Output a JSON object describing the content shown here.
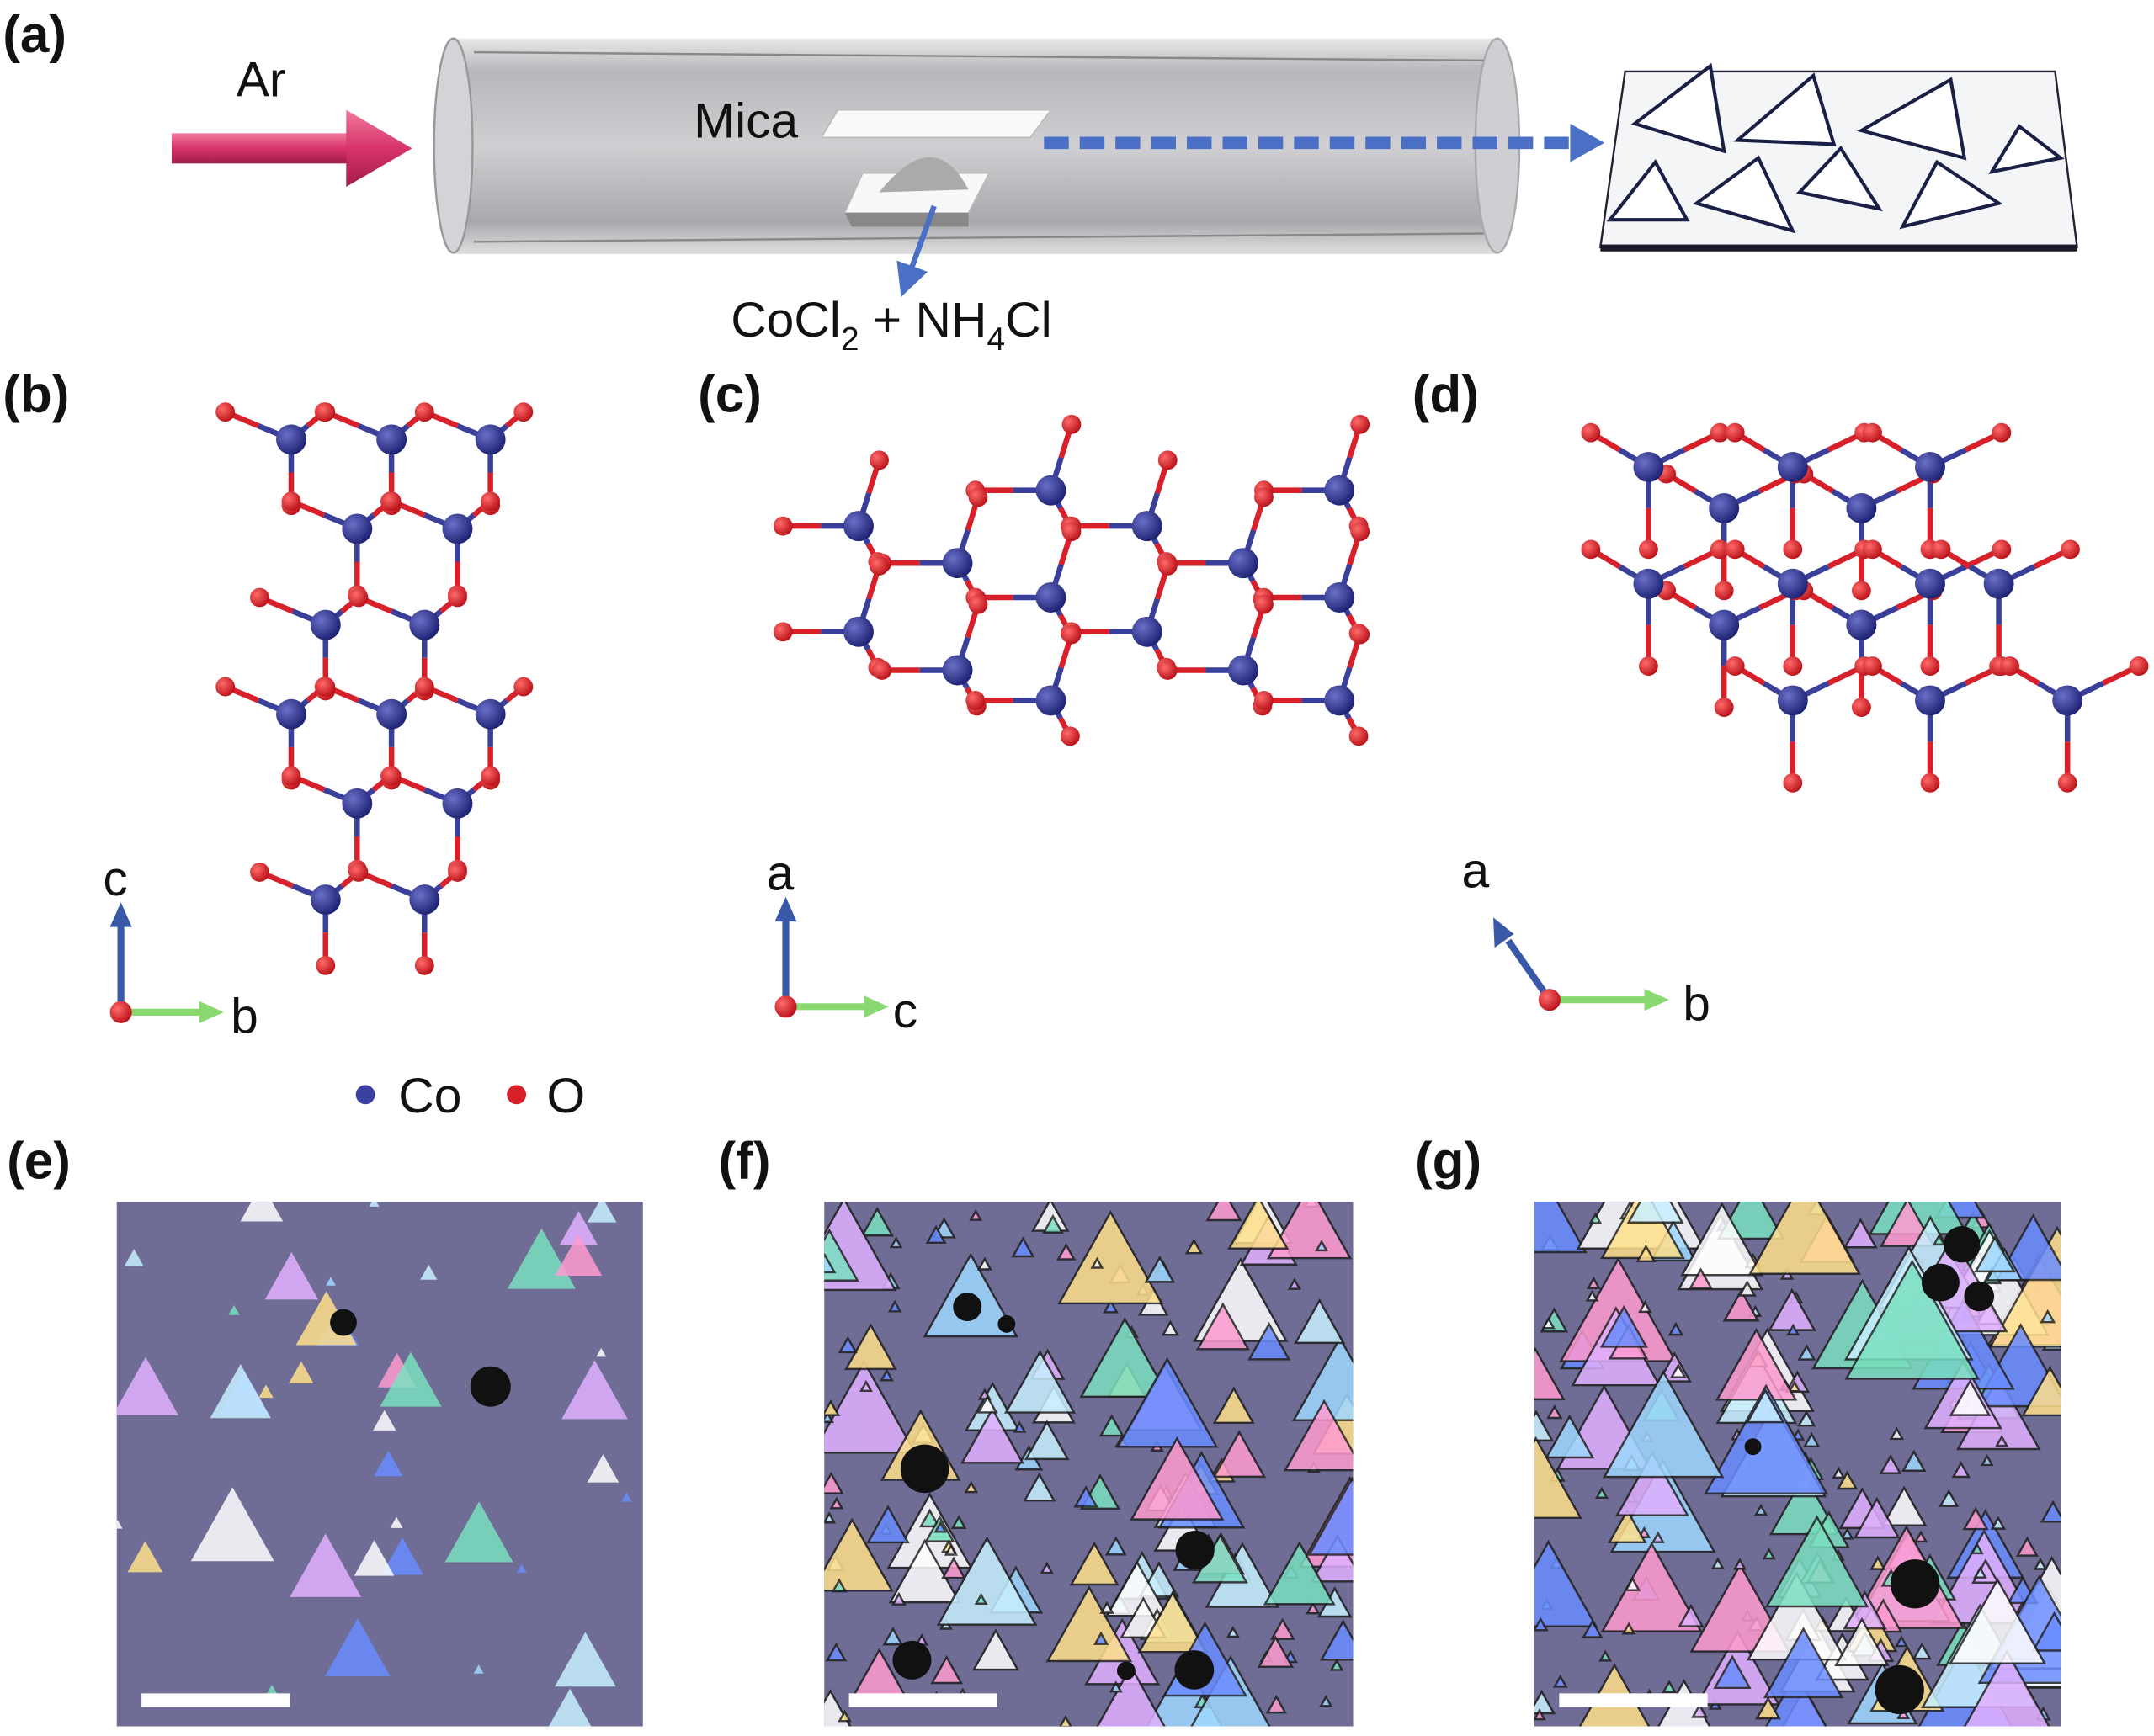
{
  "panels": {
    "a": {
      "label": "(a)",
      "gas": "Ar",
      "substrate": "Mica",
      "precursor": {
        "p1": "CoCl",
        "s1": "2",
        "p2": " + NH",
        "s2": "4",
        "p3": "Cl"
      }
    },
    "b": {
      "label": "(b)",
      "axis_up": "c",
      "axis_right": "b"
    },
    "c": {
      "label": "(c)",
      "axis_up": "a",
      "axis_right": "c"
    },
    "d": {
      "label": "(d)",
      "axis_up": "a",
      "axis_right": "b"
    },
    "e": {
      "label": "(e)"
    },
    "f": {
      "label": "(f)"
    },
    "g": {
      "label": "(g)"
    }
  },
  "legend": {
    "co": "Co",
    "o": "O"
  },
  "colors": {
    "co": "#2a2f80",
    "o": "#d8202a",
    "arrow_pink": "#d8336a",
    "arrow_blue": "#4a6fc4",
    "axis_blue": "#3a58a8",
    "axis_green": "#8ad870",
    "micro_bg": "#6f6c95"
  }
}
